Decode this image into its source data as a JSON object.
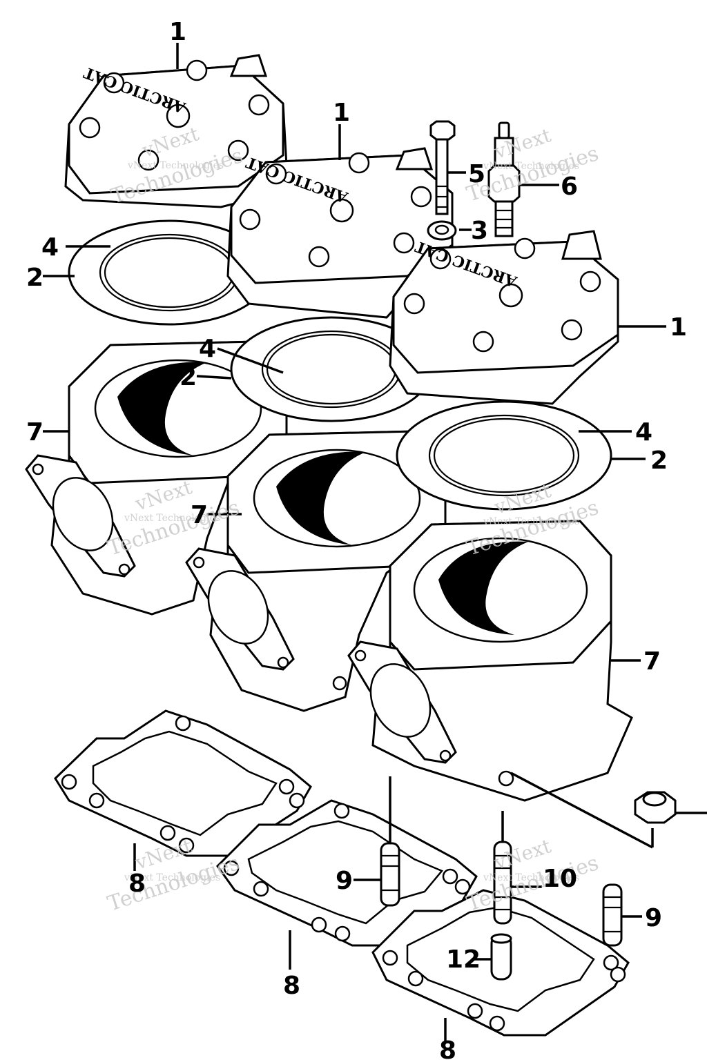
{
  "callouts": {
    "c1a": "1",
    "c1b": "1",
    "c1c": "1",
    "c2a": "2",
    "c2b": "2",
    "c2c": "2",
    "c3": "3",
    "c4a": "4",
    "c4b": "4",
    "c4c": "4",
    "c5": "5",
    "c6": "6",
    "c7a": "7",
    "c7b": "7",
    "c7c": "7",
    "c8a": "8",
    "c8b": "8",
    "c8c": "8",
    "c9a": "9",
    "c9b": "9",
    "c10": "10",
    "c12": "12"
  },
  "watermark": {
    "line1": "vNext",
    "line2": "vNext Technologies",
    "line3": "Technologies"
  },
  "head_logo_text": "ARCTIC CAT"
}
